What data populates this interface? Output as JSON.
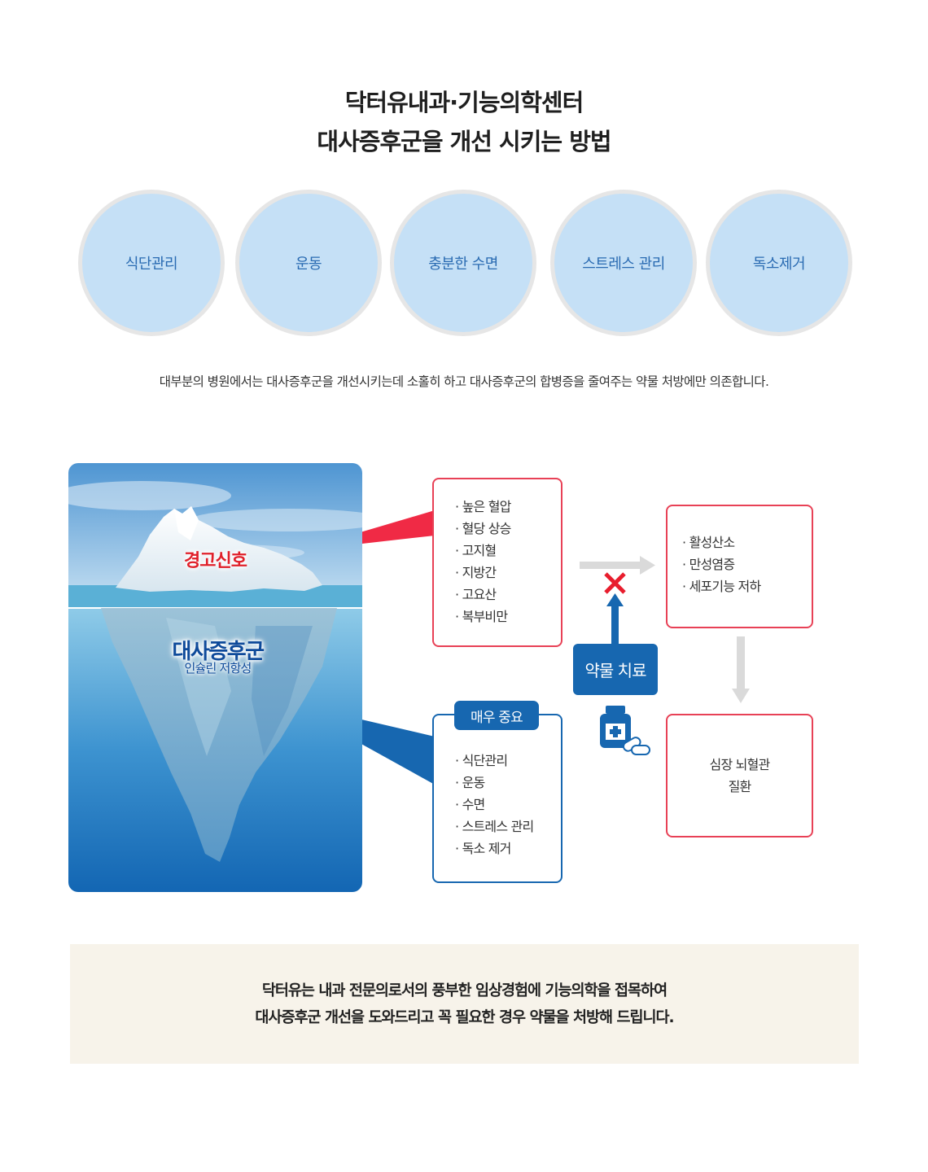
{
  "header": {
    "title_line1": "닥터유내과·기능의학센터",
    "title_line2": "대사증후군을 개선 시키는 방법"
  },
  "methods": [
    "식단관리",
    "운동",
    "충분한 수면",
    "스트레스 관리",
    "독소제거"
  ],
  "intro_text": "대부분의 병원에서는 대사증후군을 개선시키는데 소홀히 하고 대사증후군의 합병증을 줄여주는 약물 처방에만 의존합니다.",
  "iceberg": {
    "warning_label": "경고신호",
    "syndrome_label": "대사증후군",
    "insulin_label": "인슐린 저항성"
  },
  "warning_signs": [
    "높은 혈압",
    "혈당 상승",
    "고지혈",
    "지방간",
    "고요산",
    "복부비만"
  ],
  "important": {
    "tag": "매우 중요",
    "items": [
      "식단관리",
      "운동",
      "수면",
      "스트레스 관리",
      "독소 제거"
    ]
  },
  "drug_treatment": "약물 치료",
  "free_radicals": [
    "활성산소",
    "만성염증",
    "세포기능 저하"
  ],
  "disease": {
    "line1": "심장 뇌혈관",
    "line2": "질환"
  },
  "footer": {
    "line1": "닥터유는 내과 전문의로서의 풍부한 임상경험에 기능의학을 접목하여",
    "line2": "대사증후군 개선을 도와드리고 꼭 필요한 경우 약물을 처방해 드립니다."
  },
  "colors": {
    "accent_blue": "#1767b0",
    "warning_red": "#e84156",
    "circle_fill": "#c5e0f6",
    "footer_bg": "#f7f3ea"
  }
}
